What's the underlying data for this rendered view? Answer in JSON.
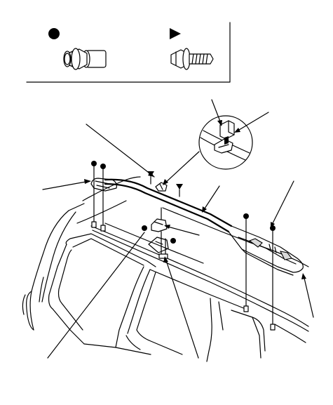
{
  "legend": {
    "items": [
      {
        "symbol": "circle",
        "part": "flange-nut"
      },
      {
        "symbol": "triangle",
        "part": "flange-bolt"
      }
    ]
  },
  "colors": {
    "ink": "#000000",
    "paper": "#ffffff",
    "shade": "#d9d9d9"
  }
}
